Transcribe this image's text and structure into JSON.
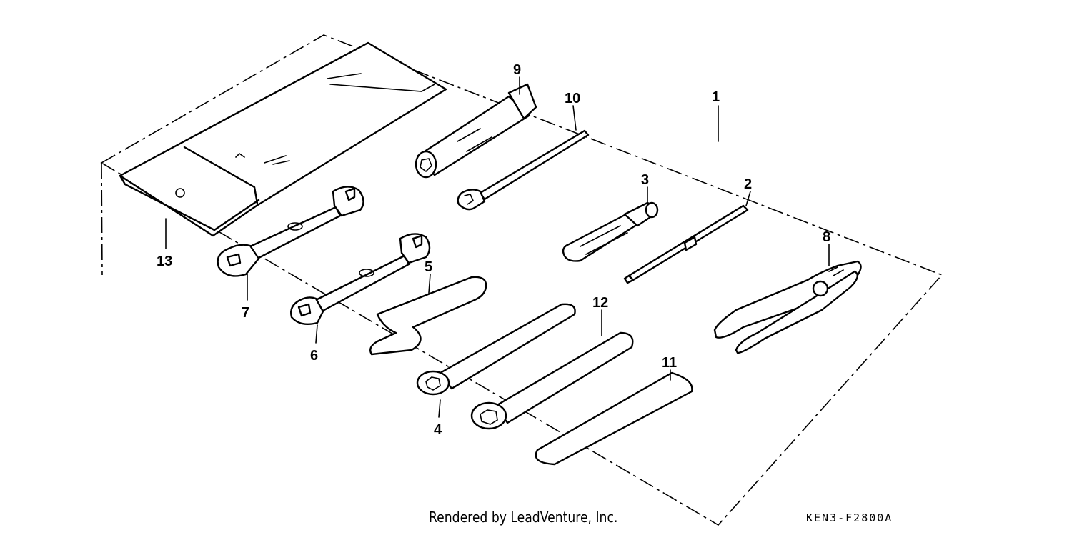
{
  "diagram": {
    "callouts": [
      "1",
      "2",
      "3",
      "4",
      "5",
      "6",
      "7",
      "8",
      "9",
      "10",
      "11",
      "12",
      "13"
    ]
  },
  "footer": {
    "credit": "Rendered by LeadVenture, Inc.",
    "code": "KEN3-F2800A"
  }
}
